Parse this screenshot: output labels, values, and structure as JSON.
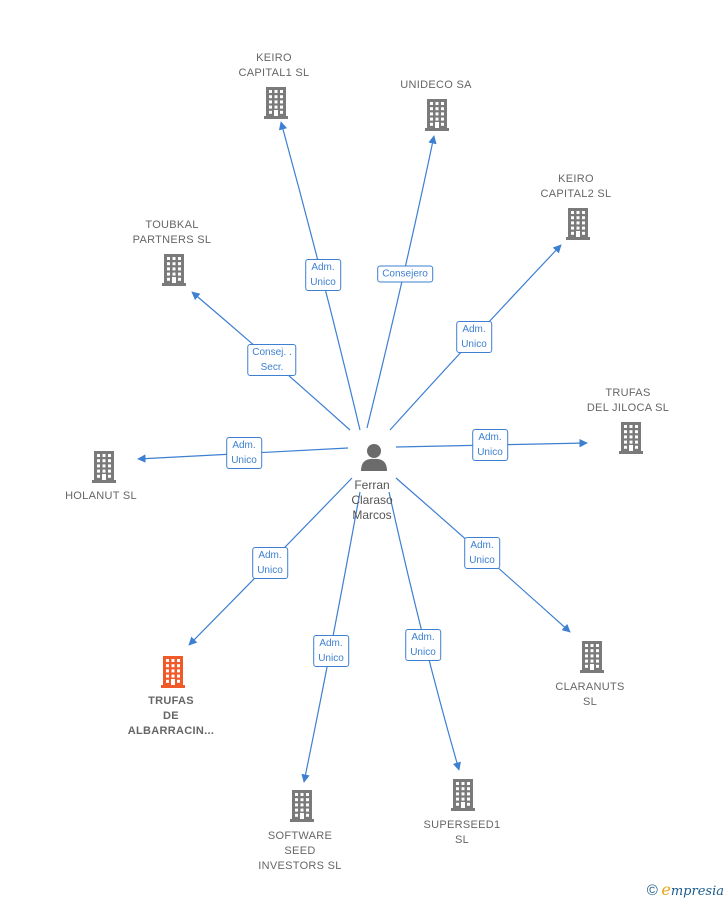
{
  "center": {
    "name": "Ferran\nClaraso\nMarcos"
  },
  "companies": [
    {
      "id": "keiro1",
      "name": "KEIRO\nCAPITAL1  SL",
      "highlight": false
    },
    {
      "id": "unideco",
      "name": "UNIDECO SA",
      "highlight": false
    },
    {
      "id": "keiro2",
      "name": "KEIRO\nCAPITAL2  SL",
      "highlight": false
    },
    {
      "id": "toubkal",
      "name": "TOUBKAL\nPARTNERS  SL",
      "highlight": false
    },
    {
      "id": "trufasjiloca",
      "name": "TRUFAS\nDEL JILOCA  SL",
      "highlight": false
    },
    {
      "id": "holanut",
      "name": "HOLANUT  SL",
      "highlight": false
    },
    {
      "id": "claranuts",
      "name": "CLARANUTS\nSL",
      "highlight": false
    },
    {
      "id": "trufasalb",
      "name": "TRUFAS\nDE\nALBARRACIN...",
      "highlight": true
    },
    {
      "id": "software",
      "name": "SOFTWARE\nSEED\nINVESTORS  SL",
      "highlight": false
    },
    {
      "id": "superseed",
      "name": "SUPERSEED1\nSL",
      "highlight": false
    }
  ],
  "edges": [
    {
      "to": "keiro1",
      "role": "Adm.\nUnico"
    },
    {
      "to": "unideco",
      "role": "Consejero"
    },
    {
      "to": "keiro2",
      "role": "Adm.\nUnico"
    },
    {
      "to": "toubkal",
      "role": "Consej. .\nSecr."
    },
    {
      "to": "trufasjiloca",
      "role": "Adm.\nUnico"
    },
    {
      "to": "holanut",
      "role": "Adm.\nUnico"
    },
    {
      "to": "claranuts",
      "role": "Adm.\nUnico"
    },
    {
      "to": "trufasalb",
      "role": "Adm.\nUnico"
    },
    {
      "to": "software",
      "role": "Adm.\nUnico"
    },
    {
      "to": "superseed",
      "role": "Adm.\nUnico"
    }
  ],
  "footer": {
    "copyright": "©",
    "brand_initial": "e",
    "brand_rest": "mpresia"
  },
  "colors": {
    "edge": "#3d7fd1",
    "building": "#7a7a7a",
    "building_highlight": "#f05a28",
    "person": "#6b6b6b"
  }
}
